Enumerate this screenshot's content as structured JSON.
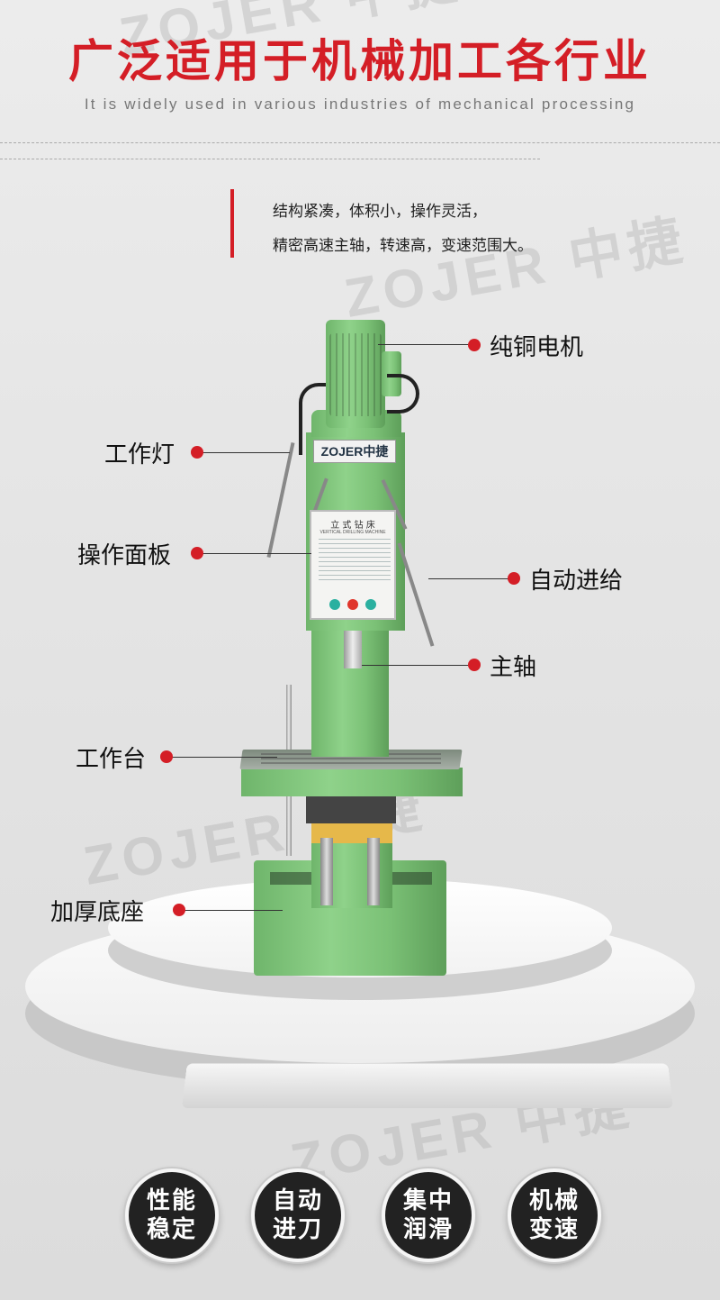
{
  "header": {
    "title": "广泛适用于机械加工各行业",
    "subtitle": "It is widely used in various industries of mechanical processing"
  },
  "description": {
    "line1": "结构紧凑，体积小，操作灵活，",
    "line2": "精密高速主轴，转速高，变速范围大。"
  },
  "watermark": "ZOJER 中捷",
  "machine": {
    "logo": "ZOJER中捷",
    "panel_title": "立 式 钻 床",
    "panel_subtitle": "VERTICAL DRILLING MACHINE"
  },
  "callouts": {
    "motor": "纯铜电机",
    "work_light": "工作灯",
    "control_panel": "操作面板",
    "auto_feed": "自动进给",
    "spindle": "主轴",
    "work_table": "工作台",
    "base": "加厚底座"
  },
  "badges": [
    {
      "label": "性能稳定"
    },
    {
      "label": "自动进刀"
    },
    {
      "label": "集中润滑"
    },
    {
      "label": "机械变速"
    }
  ],
  "colors": {
    "accent_red": "#d41e26",
    "machine_green": "#7bc176",
    "badge_bg": "#222222"
  }
}
